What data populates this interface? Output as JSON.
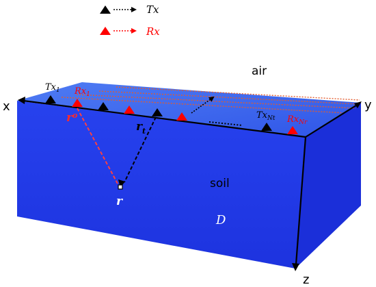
{
  "legend": {
    "tx_label": "Tx",
    "rx_label": "Rx"
  },
  "labels": {
    "air": "air",
    "soil": "soil",
    "domain": "D",
    "axis_x": "x",
    "axis_y": "y",
    "axis_z": "z",
    "point_r": "r",
    "r_o": "r",
    "r_o_sub": "o",
    "r_t": "r",
    "r_t_sub": "t",
    "tx1": "Tx",
    "tx1_sub": "1",
    "rx1": "Rx",
    "rx1_sub": "1",
    "txnt": "Tx",
    "txnt_sub": "Nt",
    "rxnr": "Rx",
    "rxnr_sub": "Nr"
  },
  "colors": {
    "soil_front": "#1f35e6",
    "soil_side": "#1a2fd6",
    "soil_top": "#3a63ee",
    "tx": "#000000",
    "rx": "#ff0000",
    "rx_line": "#e25c2f"
  }
}
